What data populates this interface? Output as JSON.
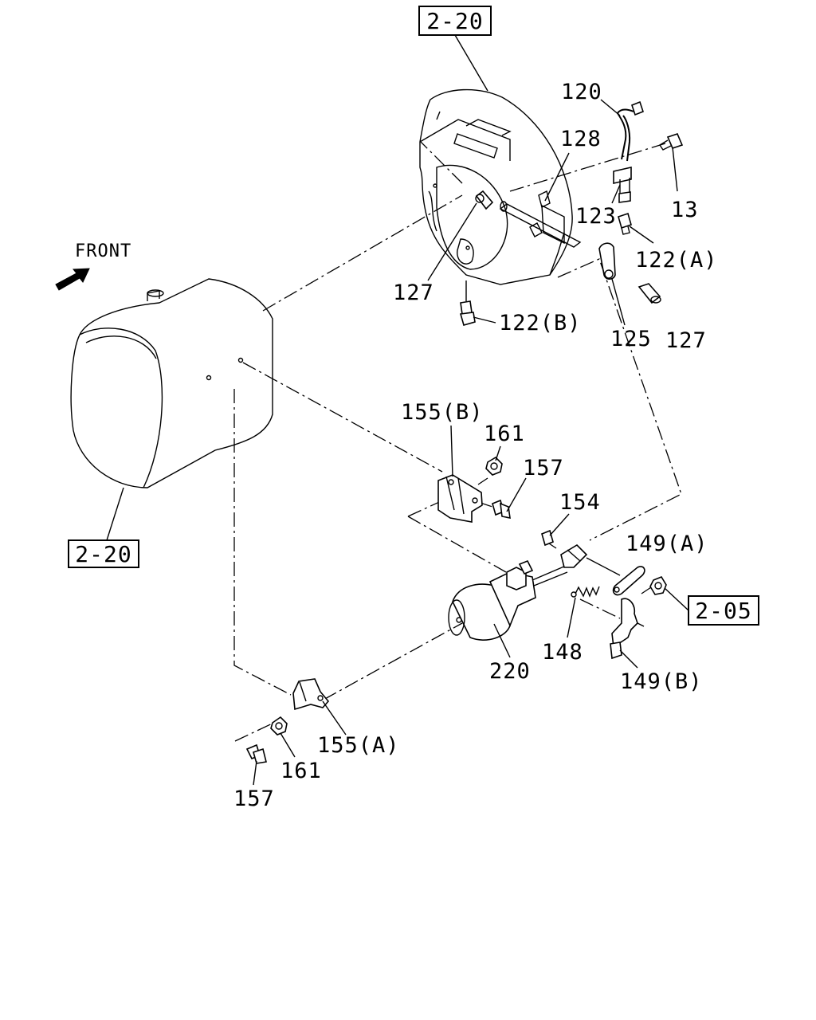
{
  "front_label": "FRONT",
  "refs": {
    "top": "2-20",
    "left": "2-20",
    "right": "2-05"
  },
  "callouts": {
    "c120": "120",
    "c128": "128",
    "c13": "13",
    "c123": "123",
    "c122a": "122(A)",
    "c127a": "127",
    "c122b": "122(B)",
    "c125": "125",
    "c127b": "127",
    "c155b": "155(B)",
    "c161a": "161",
    "c157a": "157",
    "c154": "154",
    "c149a": "149(A)",
    "c148": "148",
    "c220": "220",
    "c149b": "149(B)",
    "c155a": "155(A)",
    "c161b": "161",
    "c157b": "157"
  }
}
